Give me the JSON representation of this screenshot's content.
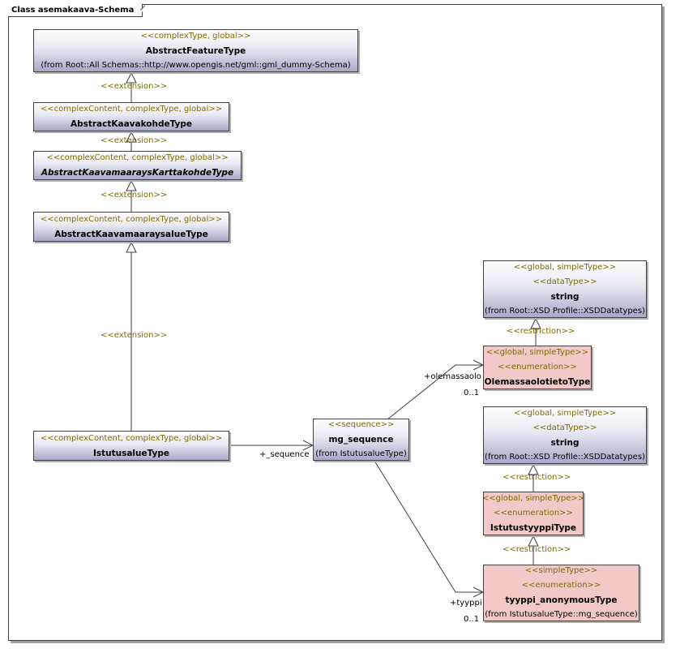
{
  "frame": {
    "title": "Class asemakaava-Schema"
  },
  "classes": {
    "abstract_feature": {
      "stereotype": "<<complexType, global>>",
      "name": "AbstractFeatureType",
      "from": "(from Root::All Schemas::http://www.opengis.net/gml::gml_dummy-Schema)"
    },
    "abstract_kaavakohde": {
      "stereotype": "<<complexContent, complexType, global>>",
      "name": "AbstractKaavakohdeType"
    },
    "abstract_karttakohde": {
      "stereotype": "<<complexContent, complexType, global>>",
      "name": "AbstractKaavamaaraysKarttakohdeType"
    },
    "abstract_alue": {
      "stereotype": "<<complexContent, complexType, global>>",
      "name": "AbstractKaavamaaraysalueType"
    },
    "istutusalue": {
      "stereotype": "<<complexContent, complexType, global>>",
      "name": "IstutusalueType"
    },
    "mg_sequence": {
      "stereotype": "<<sequence>>",
      "name": "mg_sequence",
      "from": "(from IstutusalueType)"
    },
    "string1": {
      "stereotype1": "<<global, simpleType>>",
      "stereotype2": "<<dataType>>",
      "name": "string",
      "from": "(from Root::XSD Profile::XSDDatatypes)"
    },
    "olemassaolo": {
      "stereotype1": "<<global, simpleType>>",
      "stereotype2": "<<enumeration>>",
      "name": "OlemassaolotietoType"
    },
    "string2": {
      "stereotype1": "<<global, simpleType>>",
      "stereotype2": "<<dataType>>",
      "name": "string",
      "from": "(from Root::XSD Profile::XSDDatatypes)"
    },
    "istutustyyppi": {
      "stereotype1": "<<global, simpleType>>",
      "stereotype2": "<<enumeration>>",
      "name": "IstutustyyppiType"
    },
    "tyyppi_anon": {
      "stereotype1": "<<simpleType>>",
      "stereotype2": "<<enumeration>>",
      "name": "tyyppi_anonymousType",
      "from": "(from IstutusalueType::mg_sequence)"
    }
  },
  "labels": {
    "ext1": "<<extension>>",
    "ext2": "<<extension>>",
    "ext3": "<<extension>>",
    "ext4": "<<extension>>",
    "restr1": "<<restriction>>",
    "restr2": "<<restriction>>",
    "restr3": "<<restriction>>",
    "seq_role": "+_sequence",
    "olemassaolo_role": "+olemassaolo",
    "olemassaolo_mult": "0..1",
    "tyyppi_role": "+tyyppi",
    "tyyppi_mult": "0..1"
  }
}
